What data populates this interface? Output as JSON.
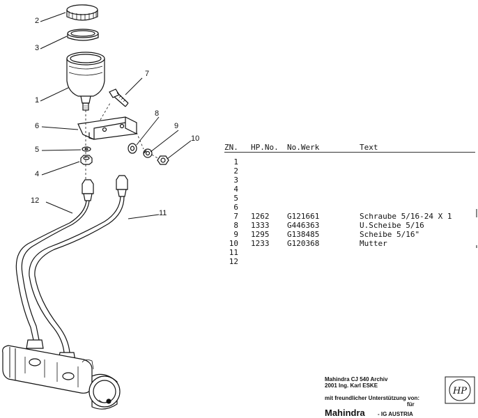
{
  "callouts": [
    {
      "id": "1",
      "label": "1"
    },
    {
      "id": "2",
      "label": "2"
    },
    {
      "id": "3",
      "label": "3"
    },
    {
      "id": "4",
      "label": "4"
    },
    {
      "id": "5",
      "label": "5"
    },
    {
      "id": "6",
      "label": "6"
    },
    {
      "id": "7",
      "label": "7"
    },
    {
      "id": "8",
      "label": "8"
    },
    {
      "id": "9",
      "label": "9"
    },
    {
      "id": "10",
      "label": "10"
    },
    {
      "id": "11",
      "label": "11"
    },
    {
      "id": "12",
      "label": "12"
    }
  ],
  "table": {
    "headers": {
      "zn": "ZN.",
      "hp": "HP.No.",
      "werk": "No.Werk",
      "text": "Text"
    },
    "rows": [
      {
        "zn": "1",
        "hp": "",
        "werk": "",
        "text": ""
      },
      {
        "zn": "2",
        "hp": "",
        "werk": "",
        "text": ""
      },
      {
        "zn": "3",
        "hp": "",
        "werk": "",
        "text": ""
      },
      {
        "zn": "4",
        "hp": "",
        "werk": "",
        "text": ""
      },
      {
        "zn": "5",
        "hp": "",
        "werk": "",
        "text": ""
      },
      {
        "zn": "6",
        "hp": "",
        "werk": "",
        "text": ""
      },
      {
        "zn": "7",
        "hp": "1262",
        "werk": "G121661",
        "text": "Schraube 5/16-24 X 1"
      },
      {
        "zn": "8",
        "hp": "1333",
        "werk": "G446363",
        "text": "U.Scheibe 5/16"
      },
      {
        "zn": "9",
        "hp": "1295",
        "werk": "G138485",
        "text": "Scheibe  5/16\""
      },
      {
        "zn": "10",
        "hp": "1233",
        "werk": "G120368",
        "text": "Mutter"
      },
      {
        "zn": "11",
        "hp": "",
        "werk": "",
        "text": ""
      },
      {
        "zn": "12",
        "hp": "",
        "werk": "",
        "text": ""
      }
    ]
  },
  "credits": {
    "line1": "Mahindra CJ 540 Archiv",
    "line2": "2001 Ing. Karl ESKE",
    "line3": "mit freundlicher Unterstützung von:",
    "line4": "für",
    "brand": "Mahindra",
    "brand_sub": "- IG AUSTRIA",
    "logo_text": "HP"
  }
}
